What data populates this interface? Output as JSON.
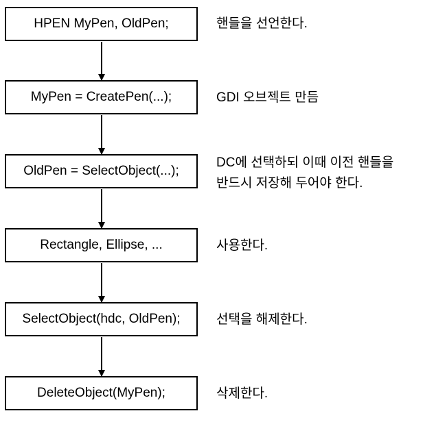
{
  "steps": [
    {
      "code": "HPEN MyPen, OldPen;",
      "note": [
        "핸들을 선언한다."
      ]
    },
    {
      "code": "MyPen = CreatePen(...);",
      "note": [
        "GDI 오브젝트 만듬"
      ]
    },
    {
      "code": "OldPen = SelectObject(...);",
      "note": [
        "DC에 선택하되 이때 이전 핸들을",
        "반드시 저장해 두어야 한다."
      ]
    },
    {
      "code": "Rectangle, Ellipse, ...",
      "note": [
        "사용한다."
      ]
    },
    {
      "code": "SelectObject(hdc, OldPen);",
      "note": [
        "선택을 해제한다."
      ]
    },
    {
      "code": "DeleteObject(MyPen);",
      "note": [
        "삭제한다."
      ]
    }
  ]
}
